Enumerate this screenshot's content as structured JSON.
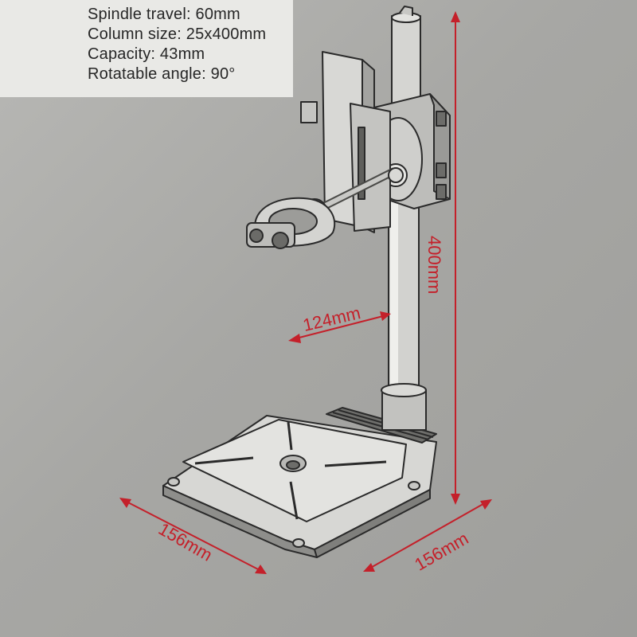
{
  "specs": {
    "spindle_travel": "Spindle travel: 60mm",
    "column_size": "Column size: 25x400mm",
    "capacity": "Capacity: 43mm",
    "rotatable_angle": "Rotatable angle: 90°"
  },
  "dimensions": {
    "height": "400mm",
    "reach": "124mm",
    "base_depth": "156mm",
    "base_width": "156mm"
  },
  "colors": {
    "dimension": "#c4202a",
    "text": "#262626",
    "background": "#aaaaa7"
  }
}
